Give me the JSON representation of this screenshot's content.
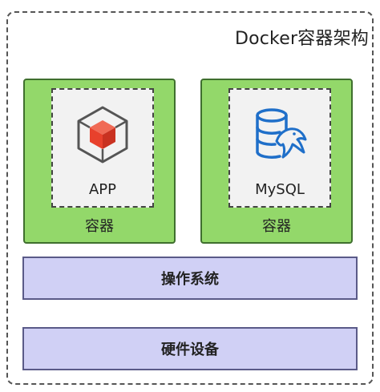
{
  "title": "Docker容器架构",
  "containers": [
    {
      "app_label": "APP",
      "app_icon": "cube-box-icon",
      "container_label": "容器"
    },
    {
      "app_label": "MySQL",
      "app_icon": "mysql-database-icon",
      "container_label": "容器"
    }
  ],
  "layers": {
    "os_label": "操作系统",
    "hardware_label": "硬件设备"
  },
  "colors": {
    "container_fill": "#93d86a",
    "layer_fill": "#d0d0f5",
    "app_cube_red": "#e8412c",
    "mysql_blue": "#1f6fc9"
  }
}
